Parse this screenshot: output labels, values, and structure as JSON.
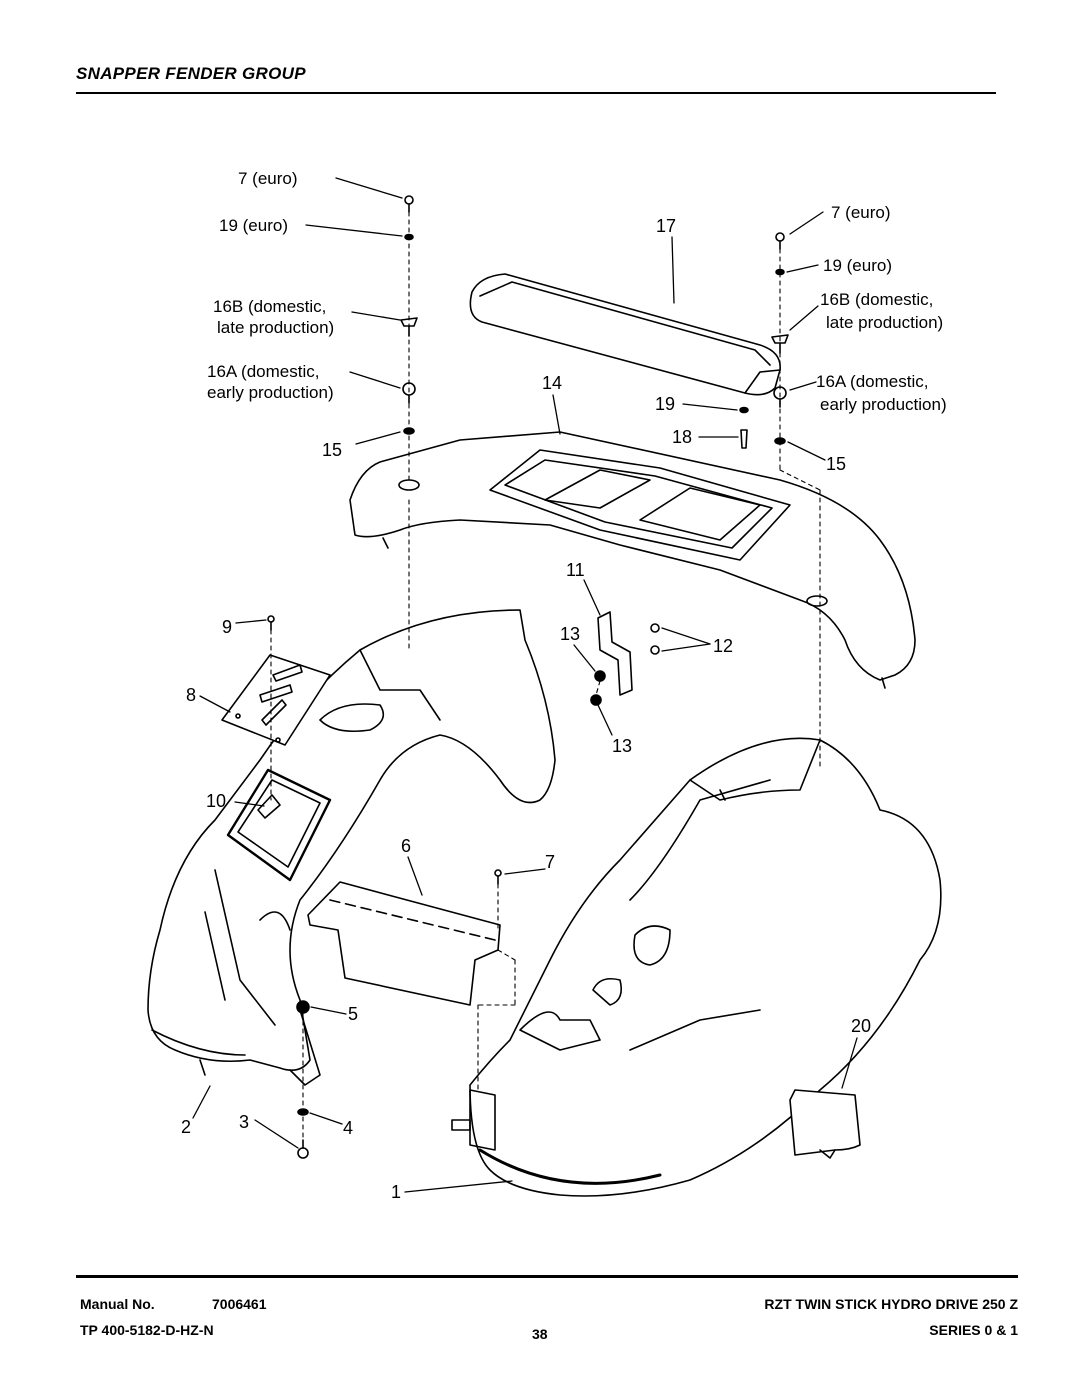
{
  "header": {
    "title": "SNAPPER FENDER GROUP"
  },
  "callouts": {
    "c7_euro_l": "7  (euro)",
    "c19_euro_l": "19  (euro)",
    "c16b_l_1": "16B (domestic,",
    "c16b_l_2": "late production)",
    "c16a_l_1": "16A (domestic,",
    "c16a_l_2": "early production)",
    "c15_l": "15",
    "c17": "17",
    "c7_euro_r": "7  (euro)",
    "c19_euro_r": "19  (euro)",
    "c16b_r_1": "16B (domestic,",
    "c16b_r_2": "late production)",
    "c16a_r_1": "16A (domestic,",
    "c16a_r_2": "early production)",
    "c15_r": "15",
    "c14": "14",
    "c19": "19",
    "c18": "18",
    "c11": "11",
    "c13a": "13",
    "c12": "12",
    "c13b": "13",
    "c9": "9",
    "c8": "8",
    "c10": "10",
    "c6": "6",
    "c7": "7",
    "c5": "5",
    "c2": "2",
    "c3": "3",
    "c4": "4",
    "c20": "20",
    "c1": "1"
  },
  "footer": {
    "manual_label": "Manual No.",
    "manual_number": "7006461",
    "tp_code": "TP 400-5182-D-HZ-N",
    "page_number": "38",
    "product": "RZT TWIN STICK HYDRO DRIVE 250 Z",
    "series": "SERIES 0 & 1"
  }
}
